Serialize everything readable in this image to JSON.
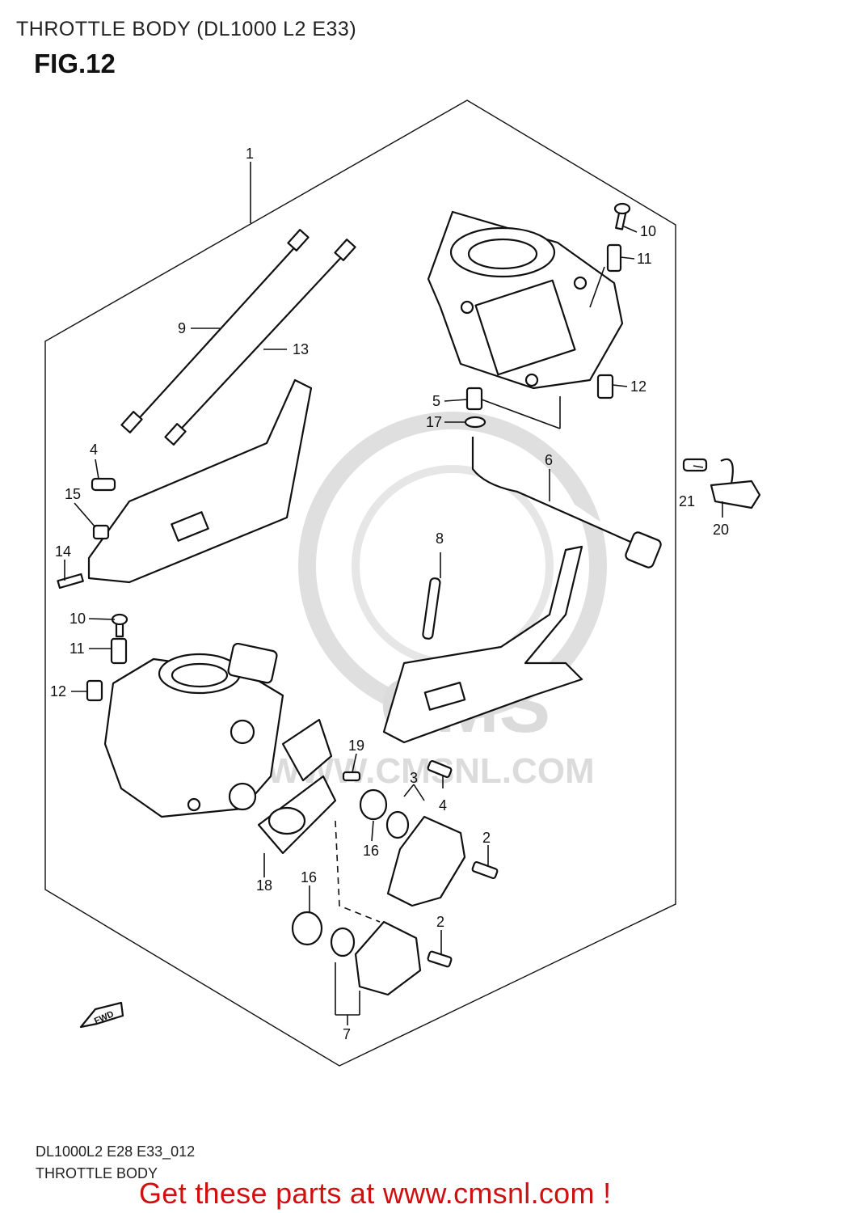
{
  "header": {
    "title": "THROTTLE BODY (DL1000 L2 E33)"
  },
  "figure": {
    "label": "FIG.12"
  },
  "callouts": [
    {
      "id": "1",
      "text": "1"
    },
    {
      "id": "2a",
      "text": "2"
    },
    {
      "id": "2b",
      "text": "2"
    },
    {
      "id": "3",
      "text": "3"
    },
    {
      "id": "4a",
      "text": "4"
    },
    {
      "id": "4b",
      "text": "4"
    },
    {
      "id": "5",
      "text": "5"
    },
    {
      "id": "6",
      "text": "6"
    },
    {
      "id": "7",
      "text": "7"
    },
    {
      "id": "8",
      "text": "8"
    },
    {
      "id": "9",
      "text": "9"
    },
    {
      "id": "10a",
      "text": "10"
    },
    {
      "id": "10b",
      "text": "10"
    },
    {
      "id": "11a",
      "text": "11"
    },
    {
      "id": "11b",
      "text": "11"
    },
    {
      "id": "12a",
      "text": "12"
    },
    {
      "id": "12b",
      "text": "12"
    },
    {
      "id": "13",
      "text": "13"
    },
    {
      "id": "14",
      "text": "14"
    },
    {
      "id": "15",
      "text": "15"
    },
    {
      "id": "16a",
      "text": "16"
    },
    {
      "id": "16b",
      "text": "16"
    },
    {
      "id": "17",
      "text": "17"
    },
    {
      "id": "18",
      "text": "18"
    },
    {
      "id": "19",
      "text": "19"
    },
    {
      "id": "20",
      "text": "20"
    },
    {
      "id": "21",
      "text": "21"
    }
  ],
  "watermark": {
    "text": "WWW.CMSNL.COM",
    "logo_text": "CMS"
  },
  "direction_arrow": {
    "text": "FWD"
  },
  "footer": {
    "diagram_code": "DL1000L2 E28 E33_012",
    "title": "THROTTLE BODY"
  },
  "promo": {
    "text": "Get these parts at www.cmsnl.com !",
    "color": "#d01010"
  }
}
